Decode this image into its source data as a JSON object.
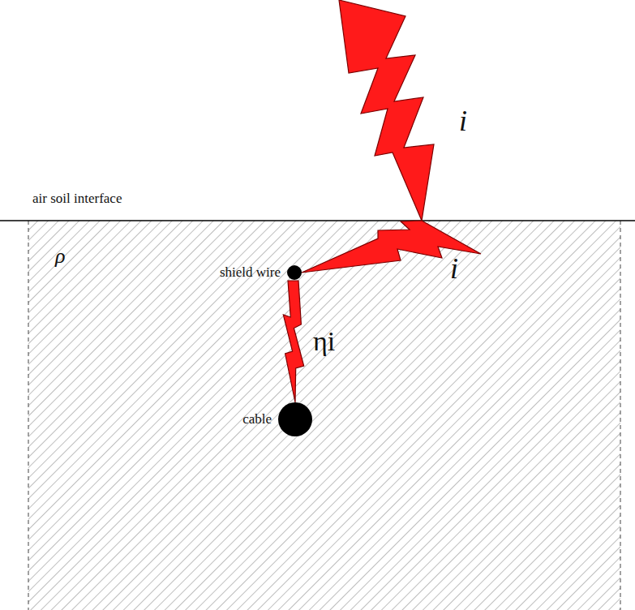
{
  "diagram": {
    "nodes": [
      {
        "text": [
          "shield wire"
        ]
      },
      {
        "text": [
          "cable"
        ]
      }
    ],
    "edges": [
      {
        "from": 0,
        "to": 1,
        "arrow": "to",
        "label": "ηi"
      }
    ],
    "labels": [
      "i",
      "air soil interface",
      "ρ",
      "i"
    ]
  }
}
